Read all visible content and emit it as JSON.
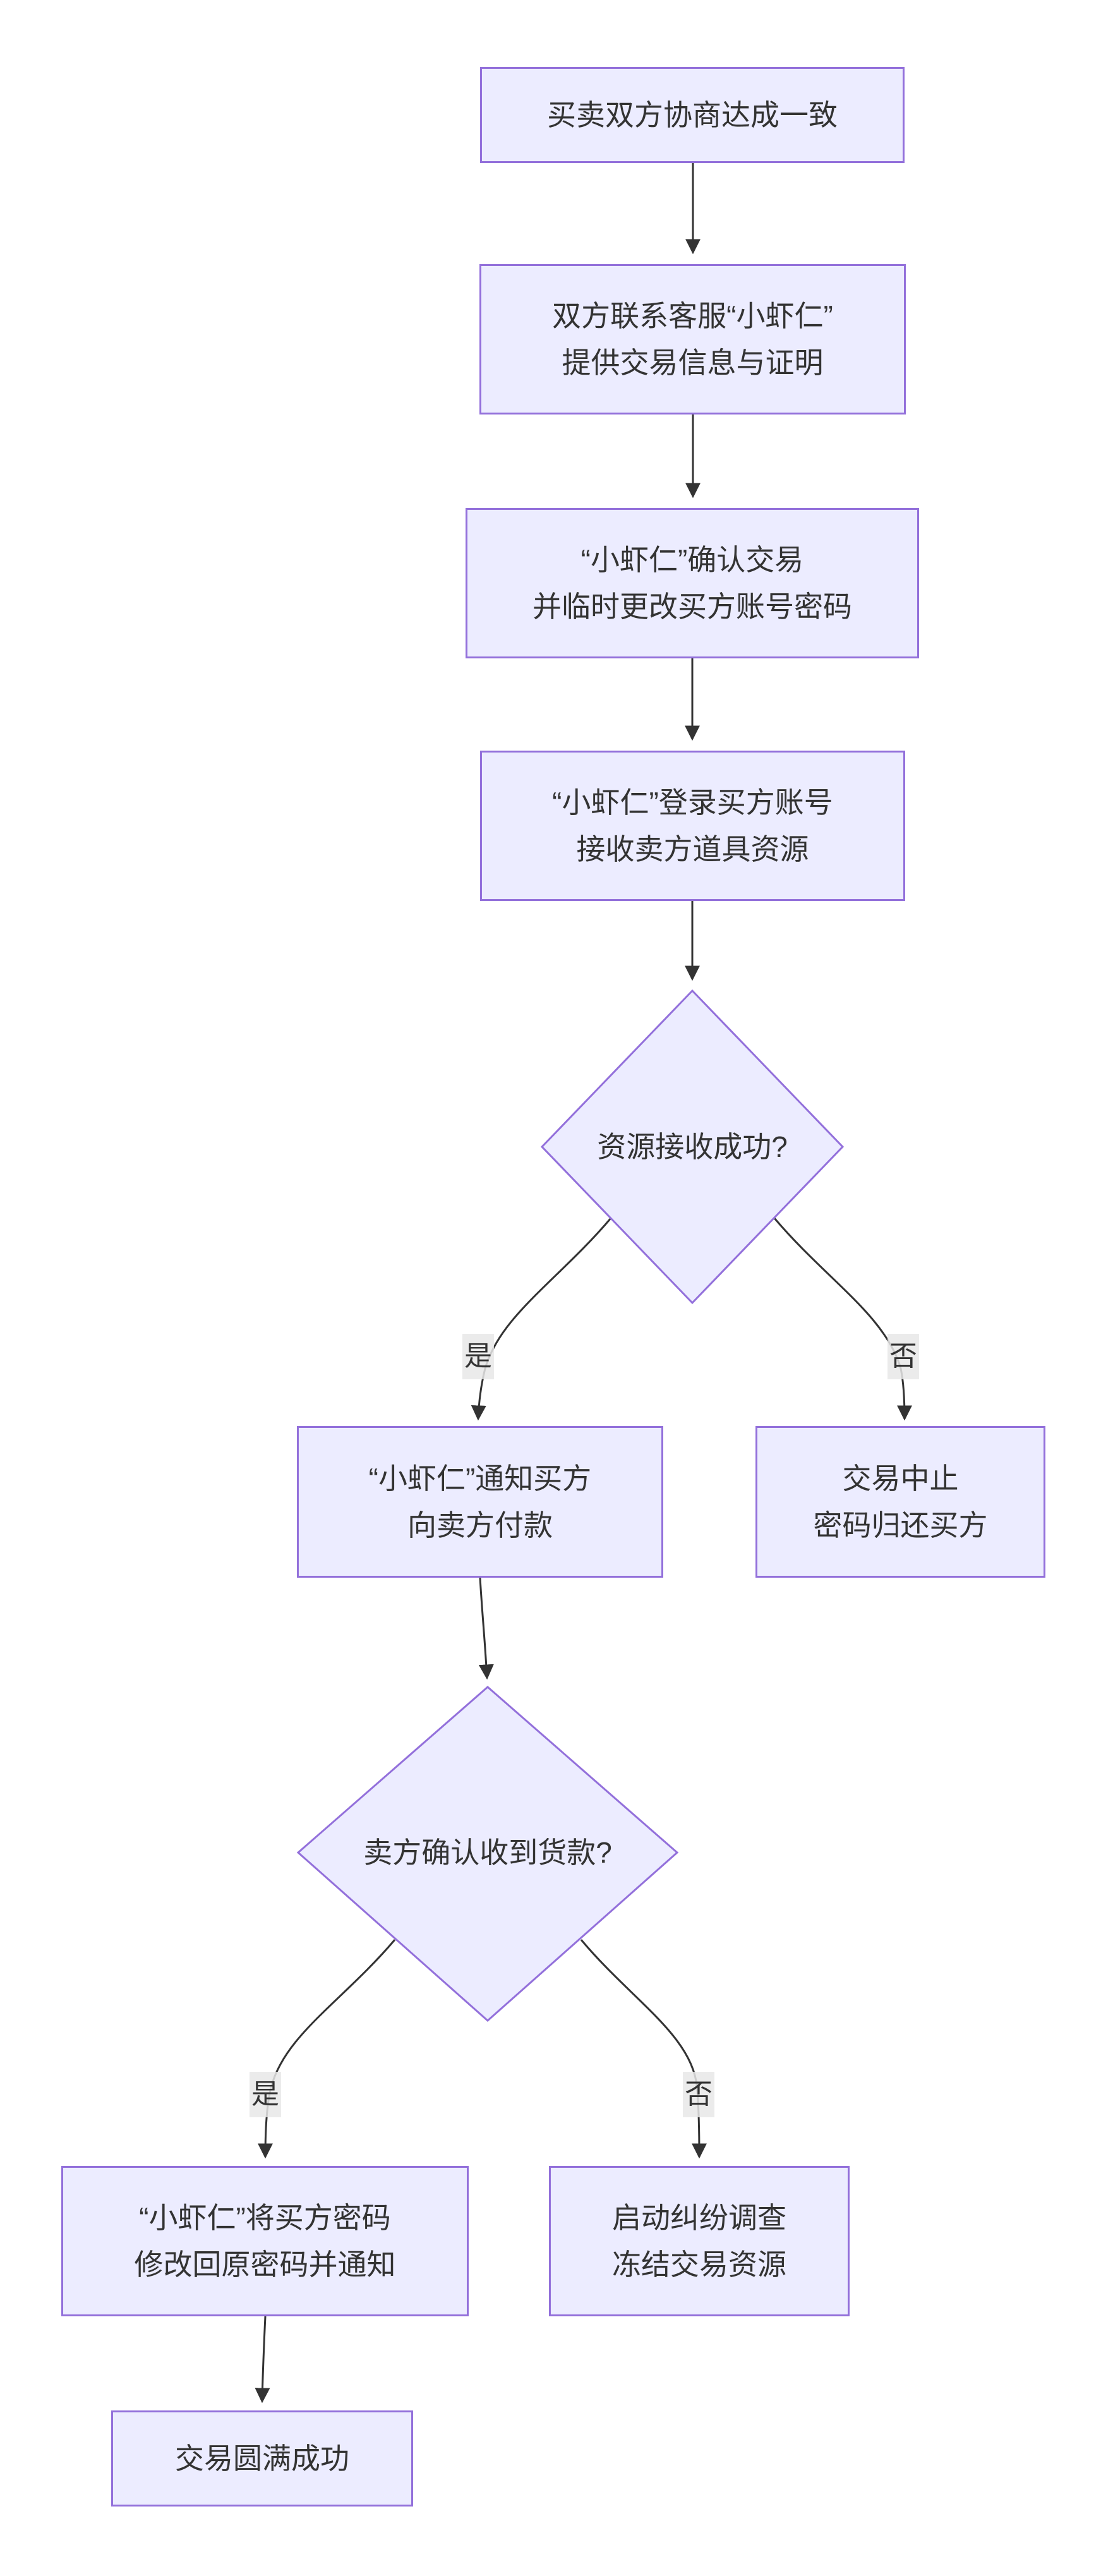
{
  "flowchart": {
    "colors": {
      "background": "#ffffff",
      "node_fill": "#ECECFF",
      "node_border": "#9370DB",
      "edge": "#333333",
      "text": "#333333",
      "edge_label_background": "#e8e8e8"
    },
    "nodes": {
      "agree": {
        "lines": [
          "买卖双方协商达成一致"
        ]
      },
      "contact_support": {
        "lines": [
          "双方联系客服“小虾仁”",
          "提供交易信息与证明"
        ]
      },
      "confirm_trade": {
        "lines": [
          "“小虾仁”确认交易",
          "并临时更改买方账号密码"
        ]
      },
      "login_receive": {
        "lines": [
          "“小虾仁”登录买方账号",
          "接收卖方道具资源"
        ]
      },
      "notify_buyer_pay": {
        "lines": [
          "“小虾仁”通知买方",
          "向卖方付款"
        ]
      },
      "abort_trade": {
        "lines": [
          "交易中止",
          "密码归还买方"
        ]
      },
      "restore_password": {
        "lines": [
          "“小虾仁”将买方密码",
          "修改回原密码并通知"
        ]
      },
      "dispute_freeze": {
        "lines": [
          "启动纠纷调查",
          "冻结交易资源"
        ]
      },
      "success": {
        "lines": [
          "交易圆满成功"
        ]
      }
    },
    "decisions": {
      "resource_received": {
        "text": "资源接收成功?"
      },
      "payment_confirmed": {
        "text": "卖方确认收到货款?"
      }
    },
    "edge_labels": {
      "yes1": "是",
      "no1": "否",
      "yes2": "是",
      "no2": "否"
    }
  }
}
